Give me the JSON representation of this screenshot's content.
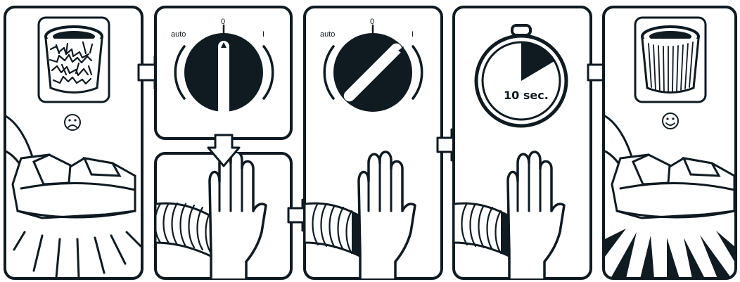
{
  "dial": {
    "label_auto": "auto",
    "label_zero": "0",
    "label_one": "I"
  },
  "timer": {
    "label": "10 sec."
  },
  "colors": {
    "ink": "#0f1a21",
    "paper": "#ffffff"
  },
  "icons": [
    "clogged-filter-icon",
    "sad-face-icon",
    "vacuum-nozzle-icon",
    "dial-icon",
    "hand-icon",
    "hose-icon",
    "stopwatch-icon",
    "clean-filter-icon",
    "happy-face-icon",
    "arrow-icon"
  ]
}
